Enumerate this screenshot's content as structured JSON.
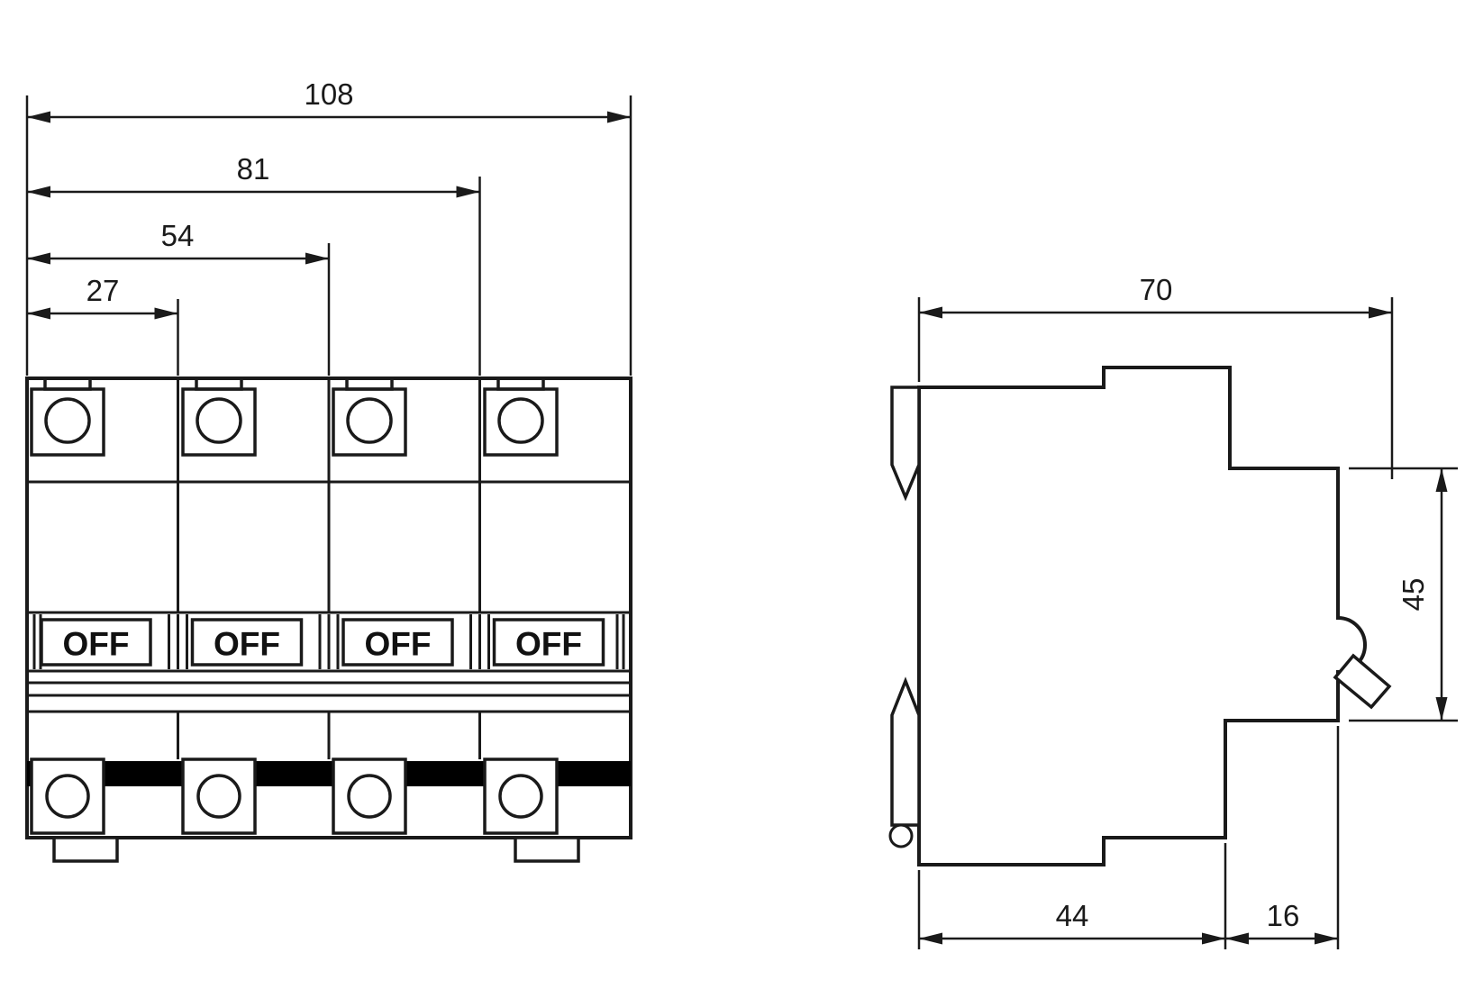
{
  "front": {
    "dims": [
      "108",
      "81",
      "54",
      "27"
    ],
    "off": [
      "OFF",
      "OFF",
      "OFF",
      "OFF"
    ]
  },
  "side": {
    "depth": "70",
    "height": "45",
    "bottom": [
      "44",
      "16"
    ]
  },
  "colors": {
    "line": "#1a1a1a",
    "background": "#ffffff",
    "band": "#000000"
  }
}
